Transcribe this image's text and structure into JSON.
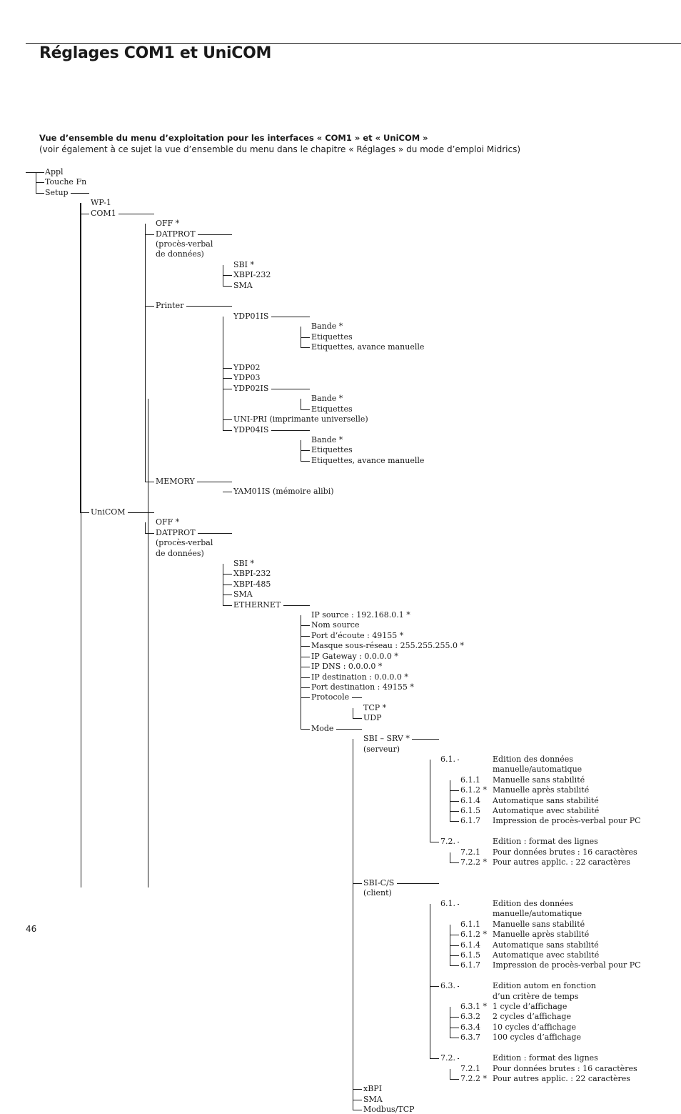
{
  "page": {
    "title": "Réglages COM1 et UniCOM",
    "intro_bold": "Vue d’ensemble du menu d’exploitation pour les interfaces « COM1 » et « UniCOM »",
    "intro_sub": "(voir également à ce sujet la vue d’ensemble du menu dans le chapitre « Réglages » du mode d’emploi Midrics)",
    "page_number": "46"
  },
  "tree": [
    {
      "t": "Appl"
    },
    {
      "t": "Touche Fn"
    },
    {
      "t": "Setup",
      "c": [
        {
          "t": "WP-1"
        },
        {
          "t": "COM1",
          "c": [
            {
              "t": "OFF *"
            },
            {
              "t": "DATPROT",
              "x": [
                "(procès-verbal",
                "de données)"
              ],
              "c": [
                {
                  "t": "SBI *"
                },
                {
                  "t": "XBPI-232"
                },
                {
                  "t": "SMA"
                }
              ]
            },
            {
              "t": "Printer",
              "gap": 1,
              "c": [
                {
                  "t": "YDP01IS",
                  "c": [
                    {
                      "t": "Bande *"
                    },
                    {
                      "t": "Etiquettes"
                    },
                    {
                      "t": "Etiquettes, avance manuelle"
                    }
                  ]
                },
                {
                  "t": "YDP02",
                  "gap": 1
                },
                {
                  "t": "YDP03"
                },
                {
                  "t": "YDP02IS",
                  "c": [
                    {
                      "t": "Bande *"
                    },
                    {
                      "t": "Etiquettes"
                    }
                  ]
                },
                {
                  "t": "UNI-PRI (imprimante universelle)"
                },
                {
                  "t": "YDP04IS",
                  "c": [
                    {
                      "t": "Bande *"
                    },
                    {
                      "t": "Etiquettes"
                    },
                    {
                      "t": "Etiquettes, avance manuelle"
                    }
                  ]
                }
              ]
            },
            {
              "t": "MEMORY",
              "gap": 1,
              "c": [
                {
                  "t": "YAM01IS (mémoire alibi)"
                }
              ]
            }
          ]
        },
        {
          "t": "UniCOM",
          "gap": 1,
          "c": [
            {
              "t": "OFF *"
            },
            {
              "t": "DATPROT",
              "x": [
                "(procès-verbal",
                "de données)"
              ],
              "c": [
                {
                  "t": "SBI *"
                },
                {
                  "t": "XBPI-232"
                },
                {
                  "t": "XBPI-485"
                },
                {
                  "t": "SMA"
                },
                {
                  "t": "ETHERNET",
                  "c": [
                    {
                      "t": "IP source : 192.168.0.1 *"
                    },
                    {
                      "t": "Nom source"
                    },
                    {
                      "t": "Port d’écoute : 49155 *"
                    },
                    {
                      "t": "Masque sous-réseau : 255.255.255.0 *"
                    },
                    {
                      "t": "IP Gateway : 0.0.0.0 *"
                    },
                    {
                      "t": "IP DNS : 0.0.0.0 *"
                    },
                    {
                      "t": "IP destination : 0.0.0.0 *"
                    },
                    {
                      "t": "Port destination : 49155 *"
                    },
                    {
                      "t": "Protocole",
                      "c": [
                        {
                          "t": "TCP *"
                        },
                        {
                          "t": "UDP"
                        }
                      ]
                    },
                    {
                      "t": "Mode",
                      "c": [
                        {
                          "t": "SBI – SRV *",
                          "x": [
                            "(serveur)"
                          ],
                          "c": [
                            {
                              "t": "6.1.",
                              "d": "Edition des données",
                              "x": [
                                "manuelle/automatique"
                              ],
                              "c": [
                                {
                                  "t": "6.1.1",
                                  "d": "Manuelle sans stabilité"
                                },
                                {
                                  "t": "6.1.2 *",
                                  "d": "Manuelle après stabilité"
                                },
                                {
                                  "t": "6.1.4",
                                  "d": "Automatique sans stabilité"
                                },
                                {
                                  "t": "6.1.5",
                                  "d": "Automatique avec stabilité"
                                },
                                {
                                  "t": "6.1.7",
                                  "d": "Impression de procès-verbal pour PC"
                                }
                              ]
                            },
                            {
                              "t": "7.2.",
                              "d": "Edition : format des lignes",
                              "gap": 1,
                              "c": [
                                {
                                  "t": "7.2.1",
                                  "d": "Pour données brutes : 16 caractères"
                                },
                                {
                                  "t": "7.2.2 *",
                                  "d": "Pour autres applic. : 22 caractères"
                                }
                              ]
                            }
                          ]
                        },
                        {
                          "t": "SBI-C/S",
                          "x": [
                            "(client)"
                          ],
                          "gap": 1,
                          "c": [
                            {
                              "t": "6.1.",
                              "d": "Edition des données",
                              "x": [
                                "manuelle/automatique"
                              ],
                              "c": [
                                {
                                  "t": "6.1.1",
                                  "d": "Manuelle sans stabilité"
                                },
                                {
                                  "t": "6.1.2 *",
                                  "d": "Manuelle après stabilité"
                                },
                                {
                                  "t": "6.1.4",
                                  "d": "Automatique sans stabilité"
                                },
                                {
                                  "t": "6.1.5",
                                  "d": "Automatique avec stabilité"
                                },
                                {
                                  "t": "6.1.7",
                                  "d": "Impression de procès-verbal pour PC"
                                }
                              ]
                            },
                            {
                              "t": "6.3.",
                              "d": "Edition autom en fonction",
                              "x": [
                                "d’un critère de temps"
                              ],
                              "gap": 1,
                              "c": [
                                {
                                  "t": "6.3.1 *",
                                  "d": "1 cycle d’affichage"
                                },
                                {
                                  "t": "6.3.2",
                                  "d": "2 cycles d’affichage"
                                },
                                {
                                  "t": "6.3.4",
                                  "d": "10 cycles d’affichage"
                                },
                                {
                                  "t": "6.3.7",
                                  "d": "100 cycles d’affichage"
                                }
                              ]
                            },
                            {
                              "t": "7.2.",
                              "d": "Edition : format des lignes",
                              "gap": 1,
                              "c": [
                                {
                                  "t": "7.2.1",
                                  "d": "Pour données brutes : 16 caractères"
                                },
                                {
                                  "t": "7.2.2 *",
                                  "d": "Pour autres applic. : 22 caractères"
                                }
                              ]
                            }
                          ]
                        },
                        {
                          "t": "xBPI"
                        },
                        {
                          "t": "SMA"
                        },
                        {
                          "t": "Modbus/TCP"
                        }
                      ]
                    }
                  ]
                }
              ]
            }
          ]
        }
      ]
    }
  ]
}
